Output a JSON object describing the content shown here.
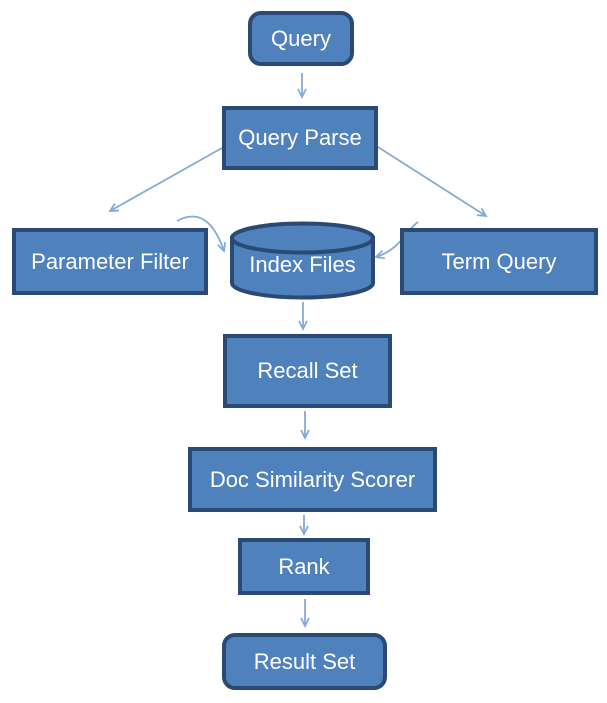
{
  "diagram": {
    "type": "flowchart",
    "nodes": [
      {
        "id": "query",
        "label": "Query",
        "shape": "rounded-rectangle"
      },
      {
        "id": "query-parse",
        "label": "Query Parse",
        "shape": "rectangle"
      },
      {
        "id": "parameter-filter",
        "label": "Parameter Filter",
        "shape": "rectangle"
      },
      {
        "id": "index-files",
        "label": "Index Files",
        "shape": "cylinder"
      },
      {
        "id": "term-query",
        "label": "Term Query",
        "shape": "rectangle"
      },
      {
        "id": "recall-set",
        "label": "Recall Set",
        "shape": "rectangle"
      },
      {
        "id": "doc-similarity-scorer",
        "label": "Doc Similarity Scorer",
        "shape": "rectangle"
      },
      {
        "id": "rank",
        "label": "Rank",
        "shape": "rectangle"
      },
      {
        "id": "result-set",
        "label": "Result Set",
        "shape": "rounded-rectangle"
      }
    ],
    "edges": [
      {
        "from": "query",
        "to": "query-parse",
        "style": "straight"
      },
      {
        "from": "query-parse",
        "to": "parameter-filter",
        "style": "straight-diagonal"
      },
      {
        "from": "query-parse",
        "to": "term-query",
        "style": "straight-diagonal"
      },
      {
        "from": "parameter-filter",
        "to": "index-files",
        "style": "curved"
      },
      {
        "from": "term-query",
        "to": "index-files",
        "style": "curved"
      },
      {
        "from": "index-files",
        "to": "recall-set",
        "style": "straight"
      },
      {
        "from": "recall-set",
        "to": "doc-similarity-scorer",
        "style": "straight"
      },
      {
        "from": "doc-similarity-scorer",
        "to": "rank",
        "style": "straight"
      },
      {
        "from": "rank",
        "to": "result-set",
        "style": "straight"
      }
    ]
  },
  "colors": {
    "node-fill": "#4f81bd",
    "node-border": "#2a4a73",
    "arrow": "#86aad6",
    "label-text": "#ffffff",
    "background": "#ffffff"
  }
}
